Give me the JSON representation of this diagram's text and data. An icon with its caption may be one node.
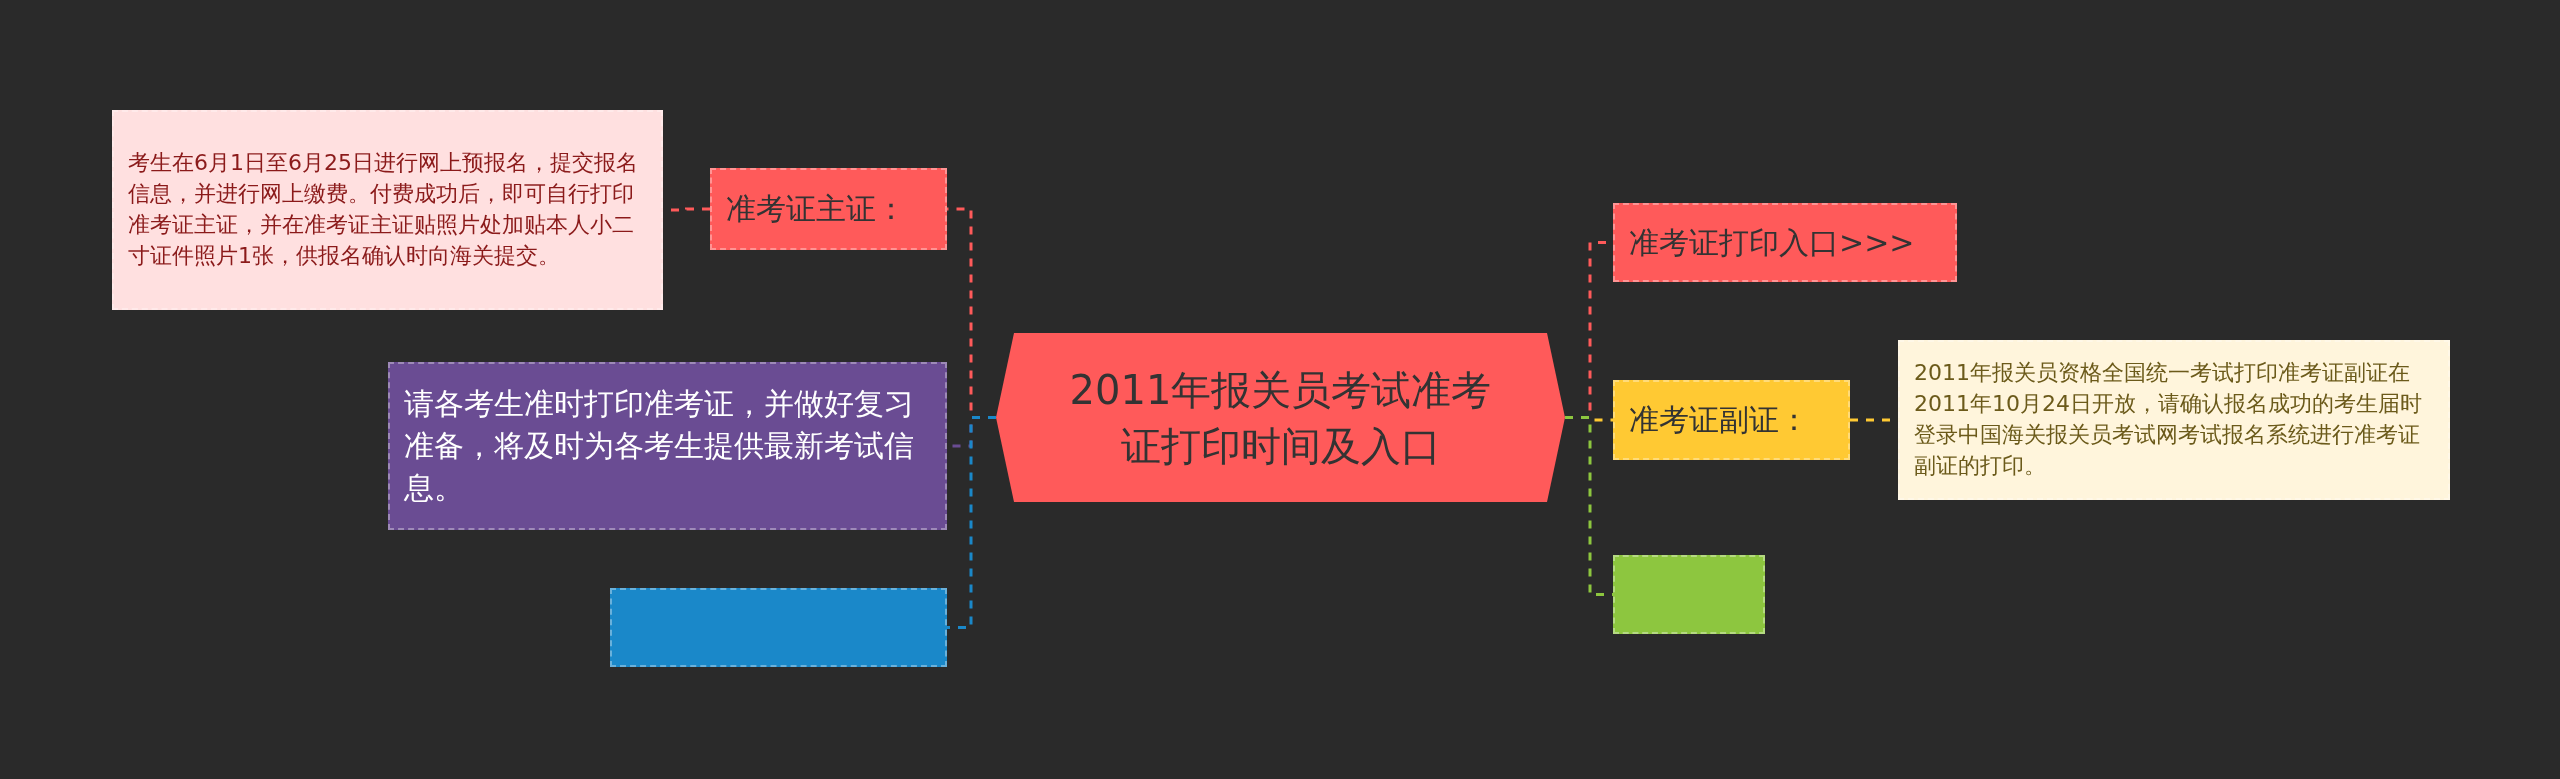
{
  "diagram": {
    "nodes": [
      {
        "text": [
          "2011年报关员考试准考证打印时间及入口"
        ]
      },
      {
        "text": [
          "准考证主证："
        ]
      },
      {
        "text": [
          "考生在6月1日至6月25日进行网上预报名，提交报名信息，并进行网上缴费。付费成功后，即可自行打印准考证主证，并在准考证主证贴照片处加贴本人小二寸证件照片1张，供报名确认时向海关提交。"
        ]
      },
      {
        "text": [
          "请各考生准时打印准考证，并做好复习准备，将及时为各考生提供最新考试信息。"
        ]
      },
      {
        "text": [],
        "shape": "box"
      },
      {
        "text": [
          "准考证打印入口>>>"
        ]
      },
      {
        "text": [
          "准考证副证："
        ]
      },
      {
        "text": [
          "2011年报关员资格全国统一考试打印准考证副证在2011年10月24日开放，请确认报名成功的考生届时登录中国海关报关员考试网考试报名系统进行准考证副证的打印。"
        ]
      },
      {
        "text": [],
        "shape": "box"
      }
    ],
    "edges": [
      {
        "from": 0,
        "to": 1,
        "arrow": "none",
        "style": "dashed",
        "color": "#ff5a5a"
      },
      {
        "from": 1,
        "to": 2,
        "arrow": "none",
        "style": "dashed",
        "color": "#ff5a5a"
      },
      {
        "from": 0,
        "to": 3,
        "arrow": "none",
        "style": "dashed",
        "color": "#6a4c93"
      },
      {
        "from": 0,
        "to": 4,
        "arrow": "none",
        "style": "dashed",
        "color": "#1a88c9"
      },
      {
        "from": 0,
        "to": 5,
        "arrow": "none",
        "style": "dashed",
        "color": "#ff5a5a"
      },
      {
        "from": 0,
        "to": 6,
        "arrow": "none",
        "style": "dashed",
        "color": "#ffc933"
      },
      {
        "from": 6,
        "to": 7,
        "arrow": "none",
        "style": "dashed",
        "color": "#ffc933"
      },
      {
        "from": 0,
        "to": 8,
        "arrow": "none",
        "style": "dashed",
        "color": "#8dc63f"
      }
    ]
  }
}
